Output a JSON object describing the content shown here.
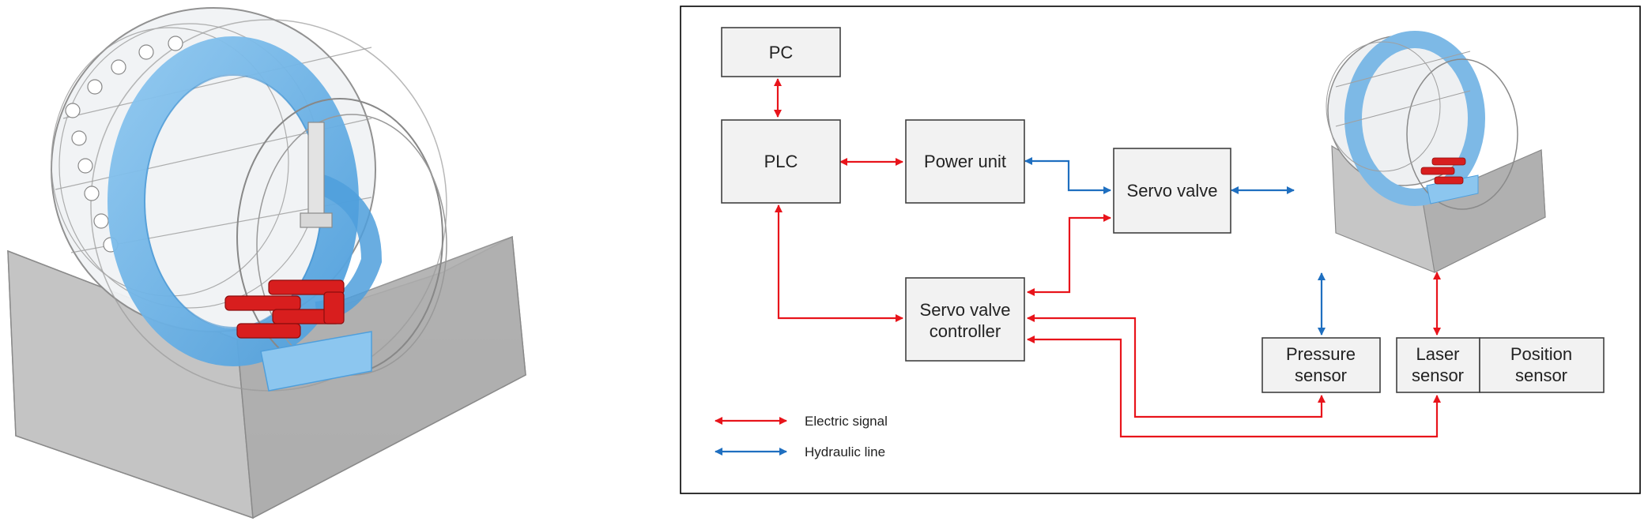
{
  "diagram": {
    "nodes": {
      "pc": "PC",
      "plc": "PLC",
      "power_unit": "Power unit",
      "servo_valve": "Servo valve",
      "servo_valve_controller": [
        "Servo valve",
        "controller"
      ],
      "pressure_sensor": [
        "Pressure",
        "sensor"
      ],
      "laser_sensor": [
        "Laser",
        "sensor"
      ],
      "position_sensor": [
        "Position",
        "sensor"
      ]
    },
    "legend": {
      "electric": "Electric signal",
      "hydraulic": "Hydraulic line"
    }
  },
  "colors": {
    "electric": "#e8141b",
    "hydraulic": "#1f6fc0",
    "accent_blue": "#6fb4e8",
    "machine_red": "#d81e1e"
  }
}
